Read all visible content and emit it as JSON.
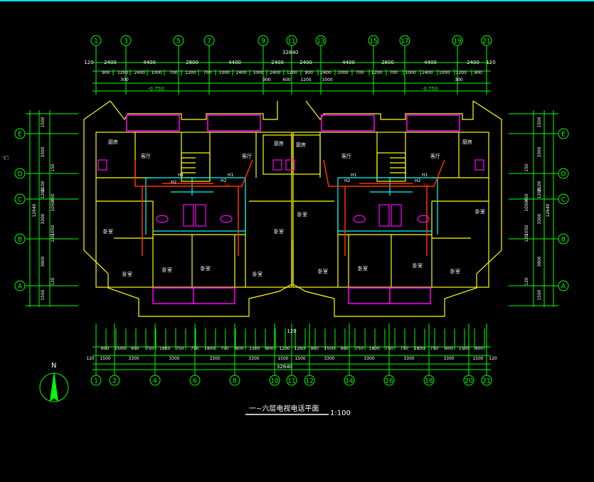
{
  "colors": {
    "background": "#000000",
    "border": "#00e5e5",
    "dimension": "#00ff00",
    "wall": "#ffff00",
    "window": "#ff00ff",
    "tv_line": "#00ffff",
    "phone_line": "#ff3300",
    "text": "#ffffff",
    "grid_bubble": "#00ff00"
  },
  "drawing": {
    "title": "一~六层电视电话平面",
    "scale": "1:100",
    "north_label": "N",
    "elevation_left": "-0.750",
    "elevation_right": "-0.750"
  },
  "axes_top": [
    "1",
    "3",
    "5",
    "7",
    "9",
    "11",
    "13",
    "15",
    "17",
    "19",
    "21"
  ],
  "axes_bottom": [
    "1",
    "2",
    "4",
    "6",
    "8",
    "10",
    "11",
    "12",
    "14",
    "16",
    "18",
    "20",
    "21"
  ],
  "axes_side": [
    "E",
    "D",
    "C",
    "B",
    "A"
  ],
  "dims_top": {
    "total": "32640",
    "row1": [
      "120",
      "2400",
      "4400",
      "2800",
      "4400",
      "2400",
      "2400",
      "4400",
      "2800",
      "4400",
      "2400",
      "120"
    ],
    "row2": [
      "900",
      "1200",
      "2400",
      "1000",
      "700",
      "1200",
      "700",
      "1000",
      "2400",
      "1000",
      "2400",
      "1200",
      "900",
      "2400",
      "1000",
      "700",
      "1200",
      "700",
      "1000",
      "2400",
      "1000",
      "1200",
      "900"
    ],
    "row3": [
      "300",
      "900",
      "600",
      "1200",
      "1000",
      "300"
    ]
  },
  "dims_bottom": {
    "total": "32640",
    "center": "120",
    "row1": [
      "900",
      "1500",
      "900",
      "750",
      "1800",
      "750",
      "750",
      "1800",
      "750",
      "900",
      "1500",
      "900",
      "1200",
      "1260",
      "900",
      "1500",
      "900",
      "750",
      "1800",
      "750",
      "750",
      "1800",
      "750",
      "900",
      "1500",
      "900"
    ],
    "row2": [
      "120",
      "1500",
      "3300",
      "3300",
      "3300",
      "3300",
      "1500",
      "1500",
      "3300",
      "3300",
      "3300",
      "3300",
      "1500",
      "120"
    ],
    "row3": [
      "120",
      "120"
    ]
  },
  "dims_side": {
    "total": "12640",
    "left_outer": [
      "1500",
      "3300",
      "2100",
      "1200",
      "3300",
      "3900",
      "1500"
    ],
    "left_inner": [
      "150",
      "450",
      "1050",
      "1050",
      "120",
      "120"
    ]
  },
  "rooms": {
    "kitchen": "厨房",
    "living": "客厅",
    "bedroom": "卧室",
    "tv": "TV",
    "h1": "H1",
    "h2": "H2"
  }
}
